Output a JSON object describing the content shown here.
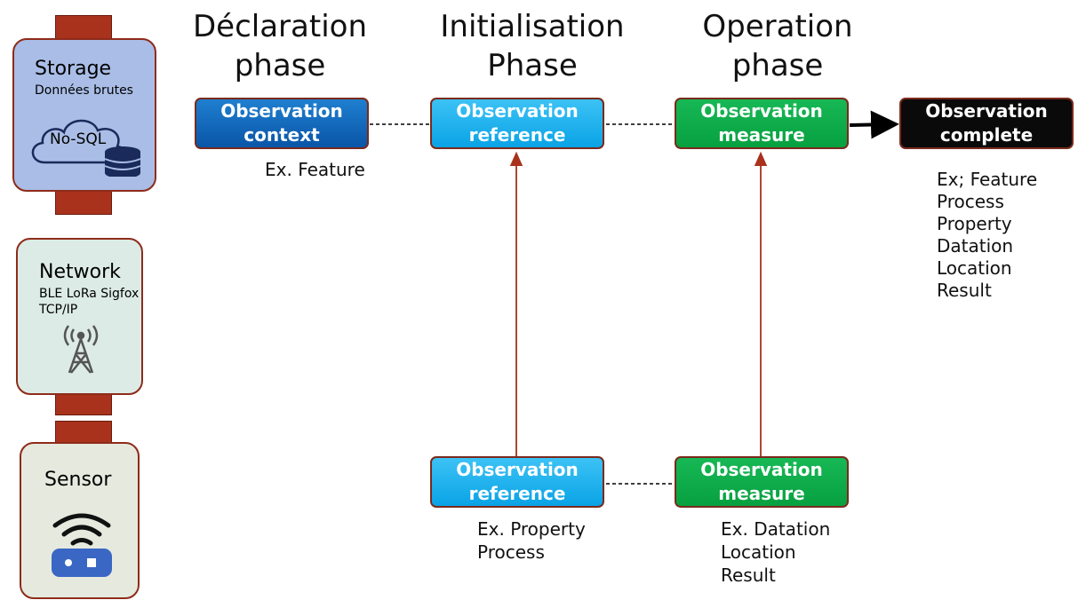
{
  "tiers": {
    "storage": {
      "title": "Storage",
      "subtitle": "Données brutes",
      "cloud_label": "No-SQL",
      "icon": "cloud-database-icon"
    },
    "network": {
      "title": "Network",
      "subtitle_line1": "BLE LoRa Sigfox",
      "subtitle_line2": "TCP/IP",
      "icon": "antenna-tower-icon"
    },
    "sensor": {
      "title": "Sensor",
      "icon": "wifi-device-icon"
    }
  },
  "phases": {
    "declaration": {
      "line1": "Déclaration",
      "line2": "phase"
    },
    "initialisation": {
      "line1": "Initialisation",
      "line2": "Phase"
    },
    "operation": {
      "line1": "Operation",
      "line2": "phase"
    }
  },
  "boxes": {
    "context": {
      "line1": "Observation",
      "line2": "context"
    },
    "reference_top": {
      "line1": "Observation",
      "line2": "reference"
    },
    "measure_top": {
      "line1": "Observation",
      "line2": "measure"
    },
    "complete": {
      "line1": "Observation",
      "line2": "complete"
    },
    "reference_bottom": {
      "line1": "Observation",
      "line2": "reference"
    },
    "measure_bottom": {
      "line1": "Observation",
      "line2": "measure"
    }
  },
  "notes": {
    "context": [
      "Ex. Feature"
    ],
    "complete": [
      "Ex; Feature",
      "Process",
      "Property",
      "Datation",
      "Location",
      "Result"
    ],
    "reference_bottom": [
      "Ex. Property",
      "Process"
    ],
    "measure_bottom": [
      "Ex. Datation",
      "Location",
      "Result"
    ]
  },
  "colors": {
    "tier_border": "#8e2b1a",
    "storage_fill": "#a9bde6",
    "network_fill": "#dcebe6",
    "sensor_fill": "#e6e9de",
    "context_fill": "#0a64b8",
    "reference_fill": "#12aef0",
    "measure_fill": "#0aa84a",
    "complete_fill": "#0a0a0a",
    "arrow": "#a8321c"
  }
}
